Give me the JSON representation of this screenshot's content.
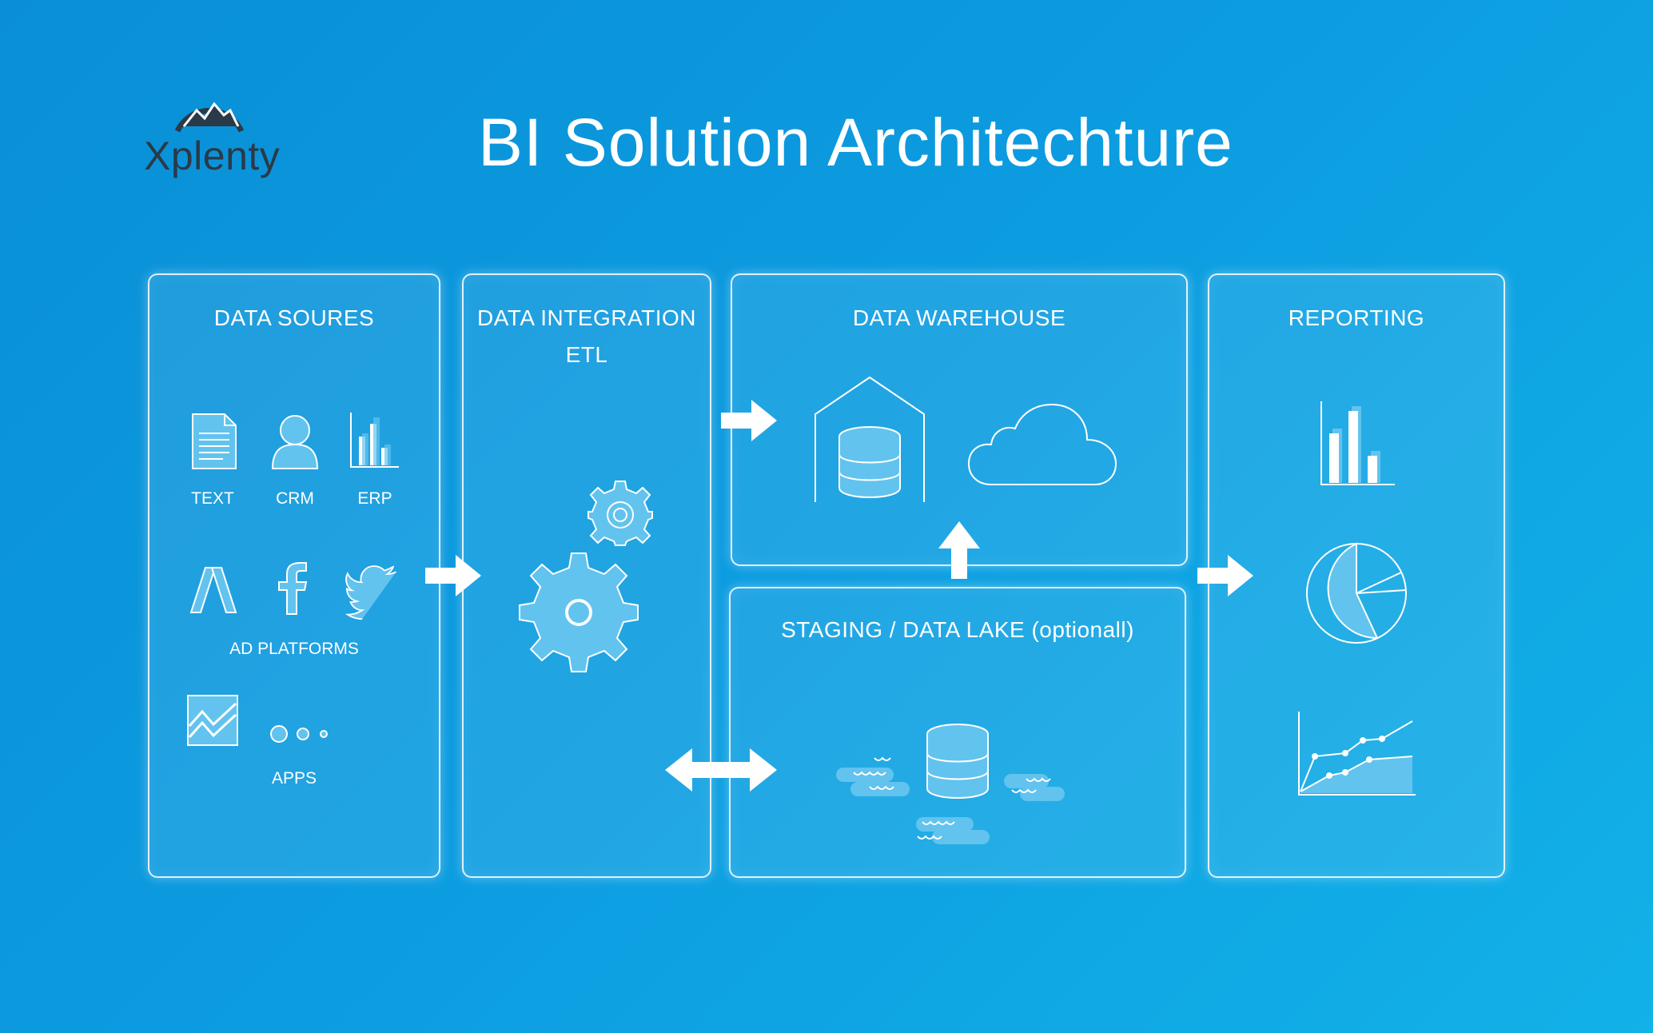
{
  "logo": {
    "text": "Xplenty"
  },
  "title": "BI Solution Architechture",
  "panels": {
    "sources": {
      "title": "DATA SOURES",
      "items": [
        {
          "label": "TEXT",
          "icon": "document-icon"
        },
        {
          "label": "CRM",
          "icon": "person-icon"
        },
        {
          "label": "ERP",
          "icon": "bar-chart-icon"
        }
      ],
      "ad_platforms_label": "AD PLATFORMS",
      "ad_icons": [
        "adwords-icon",
        "facebook-icon",
        "twitter-icon"
      ],
      "apps_label": "APPS",
      "app_icons": [
        "line-chart-icon",
        "dots-icon"
      ]
    },
    "integration": {
      "title_line1": "DATA INTEGRATION",
      "title_line2": "ETL",
      "icon": "gears-icon"
    },
    "warehouse": {
      "title": "DATA WAREHOUSE",
      "icons": [
        "warehouse-database-icon",
        "cloud-icon"
      ]
    },
    "staging": {
      "title": "STAGING / DATA LAKE (optionall)",
      "icon": "data-lake-icon"
    },
    "reporting": {
      "title": "REPORTING",
      "icons": [
        "bar-chart-icon",
        "pie-chart-icon",
        "area-chart-icon"
      ]
    }
  },
  "colors": {
    "background": "#0c9be0",
    "icon_fill": "#62c3ee",
    "line": "#ffffff",
    "logo": "#2a3a48"
  }
}
